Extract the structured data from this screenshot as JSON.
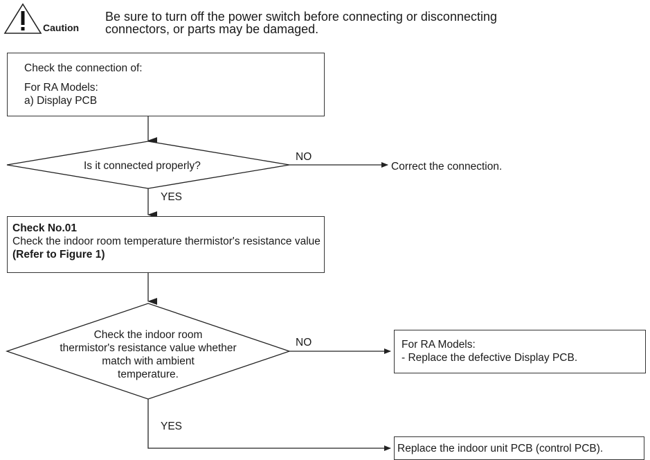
{
  "caution": {
    "icon": "warning-triangle-icon",
    "label": "Caution",
    "line1": "Be sure to turn off the power switch before connecting or disconnecting",
    "line2": "connectors, or parts may be damaged."
  },
  "box1": {
    "line1": "Check the connection of:",
    "line2": "For RA Models:",
    "line3": "a) Display PCB"
  },
  "decision1": {
    "text": "Is it  connected properly?",
    "no_label": "NO",
    "yes_label": "YES",
    "no_result": "Correct the connection."
  },
  "check_box": {
    "title": "Check No.01",
    "line1": "Check the indoor room temperature thermistor's resistance value",
    "line2": "(Refer to Figure 1)"
  },
  "decision2": {
    "line1": "Check the indoor room",
    "line2": "thermistor's resistance value whether",
    "line3": "match with ambient",
    "line4": "temperature.",
    "no_label": "NO",
    "yes_label": "YES"
  },
  "result_no": {
    "line1": "For RA Models:",
    "line2": "- Replace the defective Display PCB."
  },
  "result_yes": {
    "text": "Replace the indoor unit PCB (control PCB)."
  }
}
